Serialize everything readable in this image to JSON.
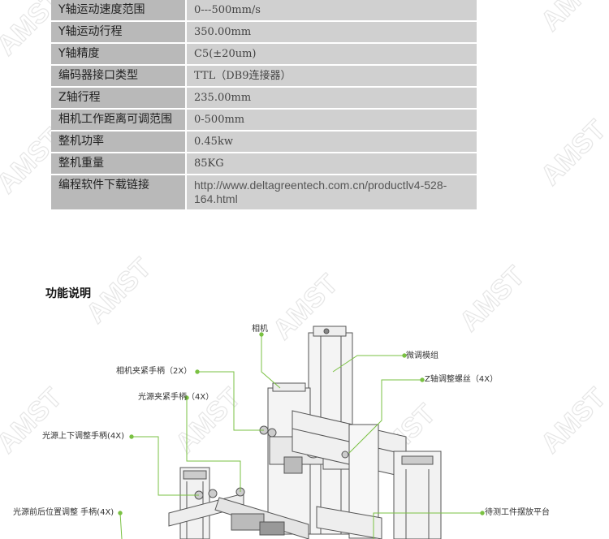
{
  "spec_rows": [
    {
      "key": "Y轴运动速度范围",
      "value": "0---500mm/s"
    },
    {
      "key": "Y轴运动行程",
      "value": "350.00mm"
    },
    {
      "key": "Y轴精度",
      "value": "C5(±20um)"
    },
    {
      "key": "编码器接口类型",
      "value": "TTL（DB9连接器）"
    },
    {
      "key": "Z轴行程",
      "value": "235.00mm"
    },
    {
      "key": "相机工作距离可调范围",
      "value": "0-500mm"
    },
    {
      "key": "整机功率",
      "value": "0.45kw"
    },
    {
      "key": "整机重量",
      "value": "85KG"
    },
    {
      "key": "编程软件下载链接",
      "value": "http://www.deltagreentech.com.cn/productlv4-528-164.html"
    }
  ],
  "section_title": "功能说明",
  "watermark_text": "AMST",
  "diagram": {
    "labels": {
      "camera": "相机",
      "fine_module": "微调模组",
      "z_screw": "Z轴调整螺丝（4X）",
      "camera_handle": "相机夹紧手柄（2X）",
      "light_handle": "光源夹紧手柄（4X）",
      "light_updown": "光源上下调整手柄(4X)",
      "light_frontback": "光源前后位置调整 手柄(4X)",
      "platform": "待测工件摆放平台"
    },
    "accent_color": "#7ac143"
  }
}
